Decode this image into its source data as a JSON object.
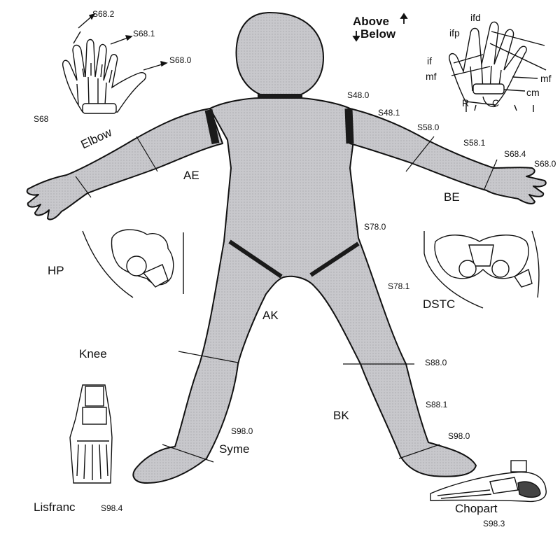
{
  "legend": {
    "above": "Above",
    "below": "Below"
  },
  "labels": {
    "s68_2": "S68.2",
    "s68_1": "S68.1",
    "s68_0": "S68.0",
    "s68": "S68",
    "elbow": "Elbow",
    "ae": "AE",
    "hp": "HP",
    "ak": "AK",
    "knee": "Knee",
    "s98_0_left": "S98.0",
    "syme": "Syme",
    "lisfranc": "Lisfranc",
    "s98_4": "S98.4",
    "bk": "BK",
    "s88_0": "S88.0",
    "s88_1": "S88.1",
    "s98_0_right": "S98.0",
    "chopart": "Chopart",
    "s98_3": "S98.3",
    "dstc": "DSTC",
    "s78_1": "S78.1",
    "s78_0": "S78.0",
    "be": "BE",
    "s68_4": "S68.4",
    "s68_right": "S68.0",
    "s58_1": "S58.1",
    "s58_0": "S58.0",
    "s48_1": "S48.1",
    "s48_0": "S48.0"
  },
  "hand_labels": {
    "ifd": "ifd",
    "ifp": "ifp",
    "if": "if",
    "mf": "mf",
    "mf_right": "mf",
    "cm": "cm",
    "r": "R",
    "c": "C"
  },
  "colors": {
    "body_fill": "#c4c4c8",
    "outline": "#111111",
    "band": "#1a1a1a"
  }
}
